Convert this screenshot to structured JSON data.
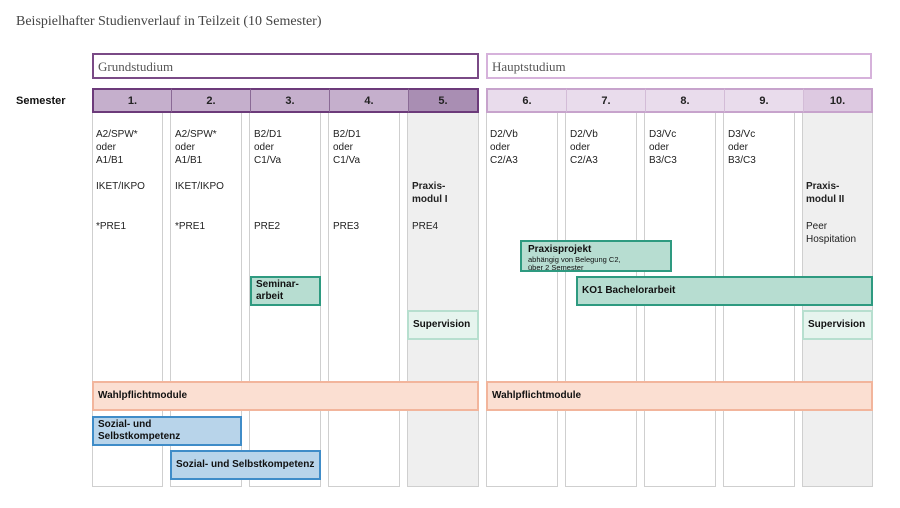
{
  "title": "Beispielhafter Studienverlauf in Teilzeit (10 Semester)",
  "phases": {
    "grund": "Grundstudium",
    "haupt": "Hauptstudium"
  },
  "semester_label": "Semester",
  "semesters": [
    "1.",
    "2.",
    "3.",
    "4.",
    "5.",
    "6.",
    "7.",
    "8.",
    "9.",
    "10."
  ],
  "cells": {
    "s1_mod": "A2/SPW*\noder\nA1/B1",
    "s2_mod": "A2/SPW*\noder\nA1/B1",
    "s3_mod": "B2/D1\noder\nC1/Va",
    "s4_mod": "B2/D1\noder\nC1/Va",
    "s6_mod": "D2/Vb\noder\nC2/A3",
    "s7_mod": "D2/Vb\noder\nC2/A3",
    "s8_mod": "D3/Vc\noder\nB3/C3",
    "s9_mod": "D3/Vc\noder\nB3/C3",
    "s1_iket": "IKET/IKPO",
    "s2_iket": "IKET/IKPO",
    "s5_praxis": "Praxis-\nmodul I",
    "s10_praxis": "Praxis-\nmodul II",
    "s1_pre": "*PRE1",
    "s2_pre": "*PRE1",
    "s3_pre": "PRE2",
    "s4_pre": "PRE3",
    "s5_pre": "PRE4",
    "s10_peer": "Peer\nHospitation"
  },
  "boxes": {
    "praxisprojekt_title": "Praxisprojekt",
    "praxisprojekt_sub": "abhängig von Belegung C2,\nüber 2 Semester",
    "seminararbeit": "Seminar-\narbeit",
    "ko1": "KO1 Bachelorarbeit",
    "supervision_5": "Supervision",
    "supervision_10": "Supervision",
    "wahlpflicht_g": "Wahlpflichtmodule",
    "wahlpflicht_h": "Wahlpflichtmodule",
    "sozial_1": "Sozial- und Selbstkompetenz",
    "sozial_2": "Sozial- und Selbstkompetenz"
  },
  "colors": {
    "grund_border": "#7a4a86",
    "haupt_border": "#d6b2db",
    "green": "#b7ddd1",
    "salmon": "#fbdfd2",
    "blue": "#b8d4ea"
  }
}
